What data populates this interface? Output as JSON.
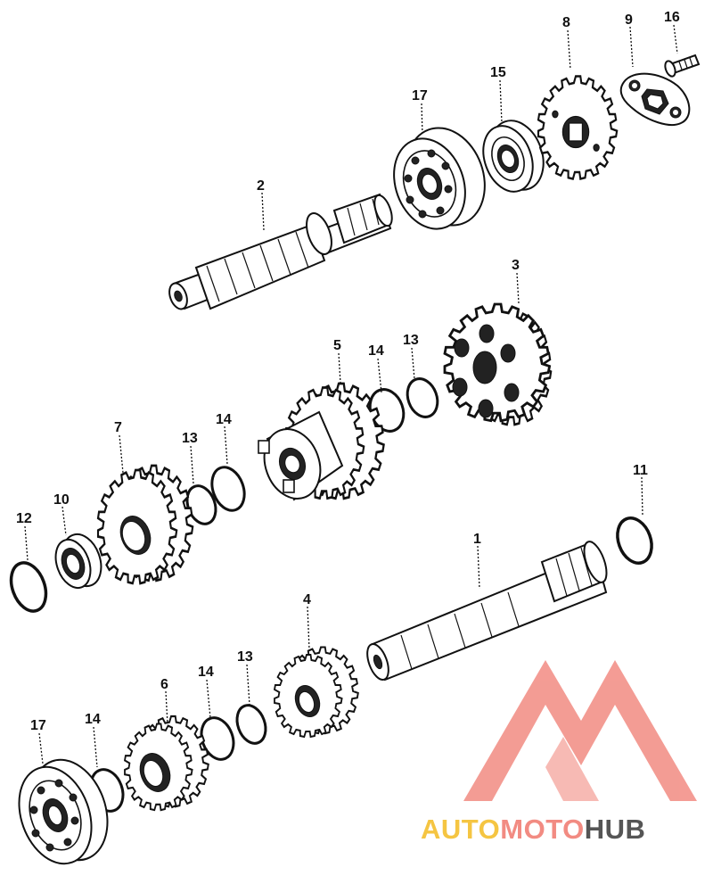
{
  "diagram": {
    "callouts": [
      "1",
      "2",
      "3",
      "4",
      "5",
      "6",
      "7",
      "8",
      "9",
      "10",
      "11",
      "12",
      "13",
      "13",
      "13",
      "14",
      "14",
      "14",
      "14",
      "15",
      "16",
      "17",
      "17"
    ]
  },
  "watermark": {
    "part_a": "AUTO",
    "part_b": "MOTO",
    "part_c": "HUB",
    "colors": {
      "auto": "#f5c542",
      "moto": "#f28b82",
      "hub": "#555555",
      "logo": "#f28b82"
    }
  }
}
